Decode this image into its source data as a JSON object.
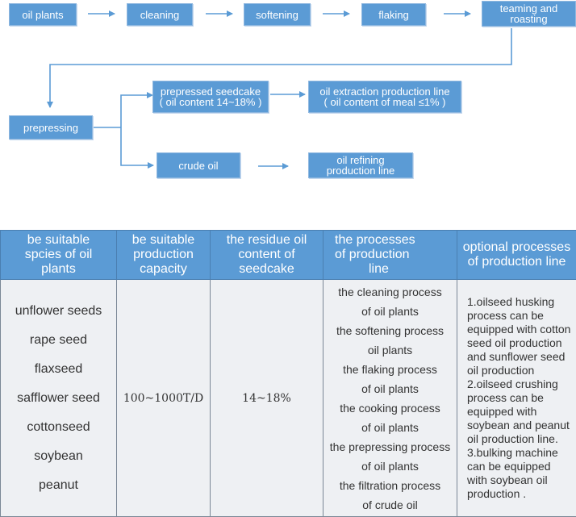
{
  "flow": {
    "oil_plants": [
      "oil plants"
    ],
    "cleaning": [
      "cleaning"
    ],
    "softening": [
      "softening"
    ],
    "flaking": [
      "flaking"
    ],
    "steaming_roasting": [
      "teaming and",
      "roasting"
    ],
    "prepressing": [
      "prepressing"
    ],
    "prepressed_seedcake": [
      "prepressed seedcake",
      "( oil content 14~18% )"
    ],
    "extraction_line": [
      "oil extraction production line",
      "( oil content of meal ≤1% )"
    ],
    "crude_oil": [
      "crude oil"
    ],
    "refining_line": [
      "oil refining",
      "production line"
    ]
  },
  "table": {
    "headers": [
      [
        "be suitable",
        "spcies of oil",
        "plants"
      ],
      [
        "be suitable",
        "production",
        "capacity"
      ],
      [
        "the residue oil",
        "content of",
        "seedcake"
      ],
      [
        "the processes",
        "of production",
        "line"
      ],
      [
        "optional processes",
        "of production line"
      ]
    ],
    "species": [
      "unflower seeds",
      "rape seed",
      "flaxseed",
      "safflower seed",
      "cottonseed",
      "soybean",
      "peanut"
    ],
    "capacity": "100~1000T/D",
    "residue": "14~18%",
    "processes": [
      "the cleaning process",
      "of oil plants",
      "the softening process",
      "oil plants",
      "the flaking process",
      "of oil plants",
      "the cooking process",
      "of oil plants",
      "the prepressing process",
      "of oil plants",
      "the filtration process",
      "of crude oil"
    ],
    "optional": [
      "1.oilseed husking process can be equipped with cotton seed oil production and sunflower seed oil production",
      "2.oilseed crushing process can be equipped with soybean and peanut oil production line.",
      "3.bulking machine can be equipped with soybean oil production ."
    ]
  },
  "colors": {
    "node_fill": "#5b9bd5",
    "arrow": "#5b9bd5",
    "header_fill": "#5b9bd5",
    "body_fill": "#eef0f3"
  }
}
